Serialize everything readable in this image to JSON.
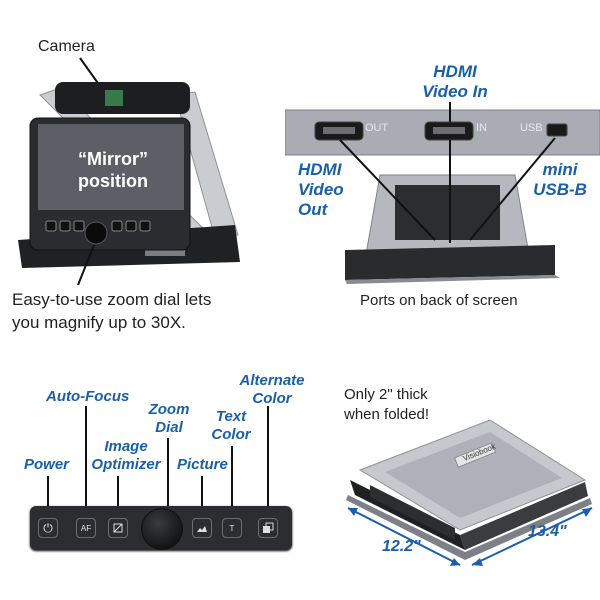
{
  "top_left": {
    "camera_label": "Camera",
    "screen_text_line1": "“Mirror”",
    "screen_text_line2": "position",
    "caption_line1": "Easy-to-use zoom dial lets",
    "caption_line2": "you magnify up to 30X."
  },
  "top_right": {
    "hdmi_in_line1": "HDMI",
    "hdmi_in_line2": "Video In",
    "hdmi_out_line1": "HDMI",
    "hdmi_out_line2": "Video",
    "hdmi_out_line3": "Out",
    "usb_line1": "mini",
    "usb_line2": "USB-B",
    "port_out": "OUT",
    "port_in": "IN",
    "port_usb": "USB",
    "caption": "Ports on back of screen"
  },
  "bottom_left": {
    "power": "Power",
    "auto_focus": "Auto-Focus",
    "image_optimizer_line1": "Image",
    "image_optimizer_line2": "Optimizer",
    "zoom_dial_line1": "Zoom",
    "zoom_dial_line2": "Dial",
    "picture": "Picture",
    "text_color_line1": "Text",
    "text_color_line2": "Color",
    "alternate_color_line1": "Alternate",
    "alternate_color_line2": "Color",
    "btn_power": "⏻",
    "btn_af": "AF",
    "btn_text": "T"
  },
  "bottom_right": {
    "caption_line1": "Only 2\" thick",
    "caption_line2": "when folded!",
    "width_dim": "12.2\"",
    "depth_dim": "13.4\"",
    "brand": "Visiobook"
  },
  "colors": {
    "label_blue": "#1a5fa8",
    "device_dark": "#2b2d31",
    "device_silver": "#b9bdc3"
  }
}
